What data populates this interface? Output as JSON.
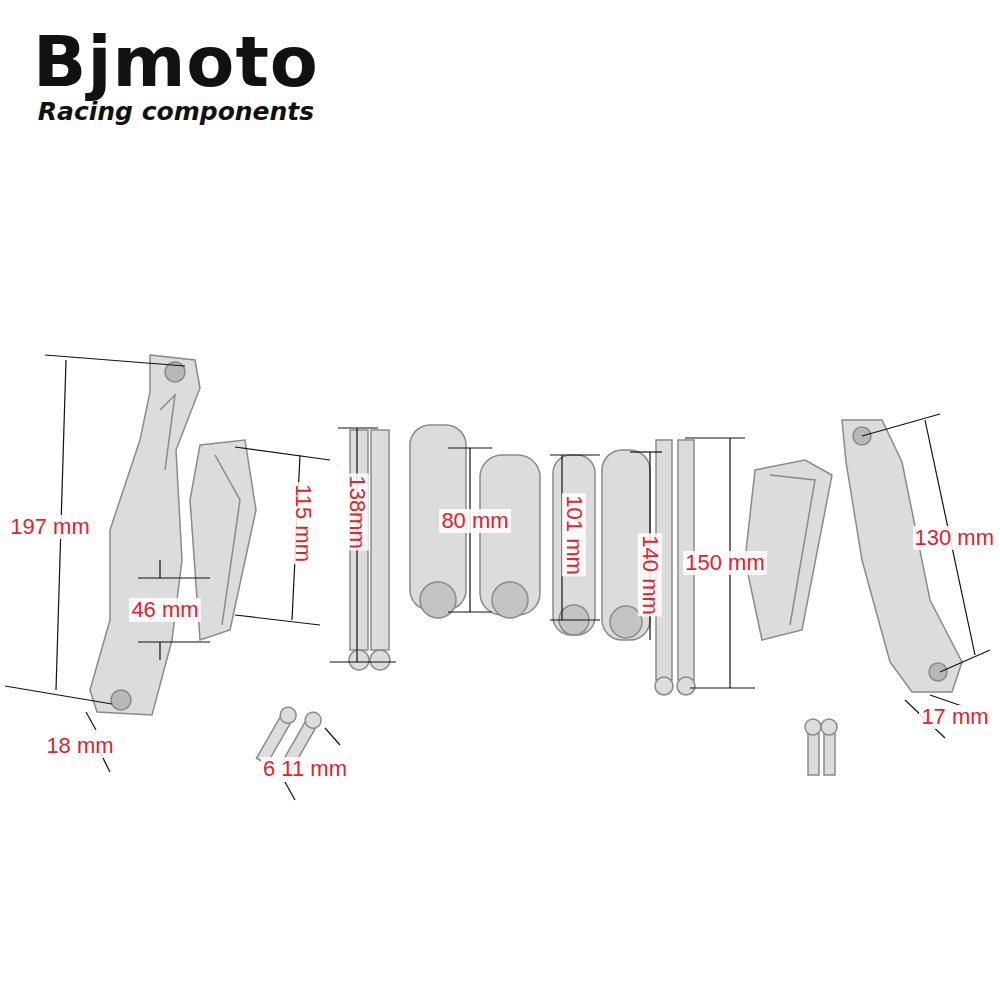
{
  "diagram": {
    "labels": [
      "Bjmoto",
      "Racing components",
      "197 mm",
      "115 mm",
      "138mm",
      "80 mm",
      "101 mm",
      "140 mm",
      "150 mm",
      "130 mm",
      "46 mm",
      "18 mm",
      "6 11 mm",
      "17 mm"
    ]
  }
}
